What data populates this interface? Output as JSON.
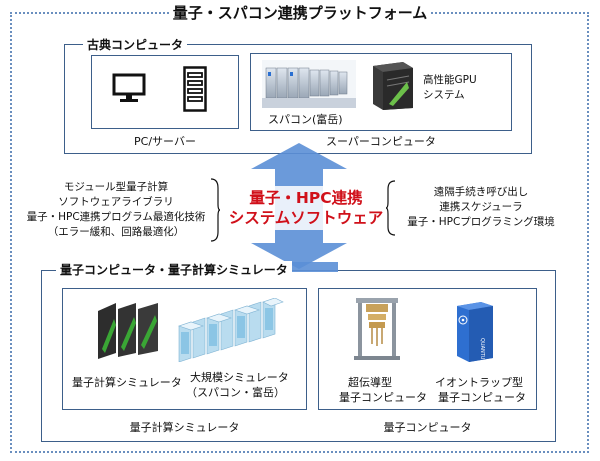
{
  "title": "量子・スパコン連携プラットフォーム",
  "classical": {
    "label": "古典コンピュータ",
    "pc_caption": "PC/サーバー",
    "super_caption": "スーパーコンピュータ",
    "fugaku_label": "スパコン(富岳)",
    "gpu_label_1": "高性能GPU",
    "gpu_label_2": "システム"
  },
  "center": {
    "line1": "量子・HPC連携",
    "line2": "システムソフトウェア"
  },
  "left_list": [
    "モジュール型量子計算",
    "ソフトウェアライブラリ",
    "量子・HPC連携プログラム最適化技術",
    "（エラー緩和、回路最適化）"
  ],
  "right_list": [
    "遠隔手続き呼び出し",
    "連携スケジューラ",
    "量子・HPCプログラミング環境"
  ],
  "quantum": {
    "label": "量子コンピュータ・量子計算シミュレータ",
    "sim_caption": "量子計算シミュレータ",
    "sim_item1": "量子計算シミュレータ",
    "sim_item2_1": "大規模シミュレータ",
    "sim_item2_2": "（スパコン・富岳）",
    "qc_caption": "量子コンピュータ",
    "qc_item1_1": "超伝導型",
    "qc_item1_2": "量子コンピュータ",
    "qc_item2_1": "イオントラップ型",
    "qc_item2_2": "量子コンピュータ",
    "quantum_text": "QUANTUM"
  },
  "colors": {
    "border": "#3d5f8a",
    "arrow": "#5b8fd6",
    "accent_red": "#d0101a",
    "green": "#3aa635"
  }
}
